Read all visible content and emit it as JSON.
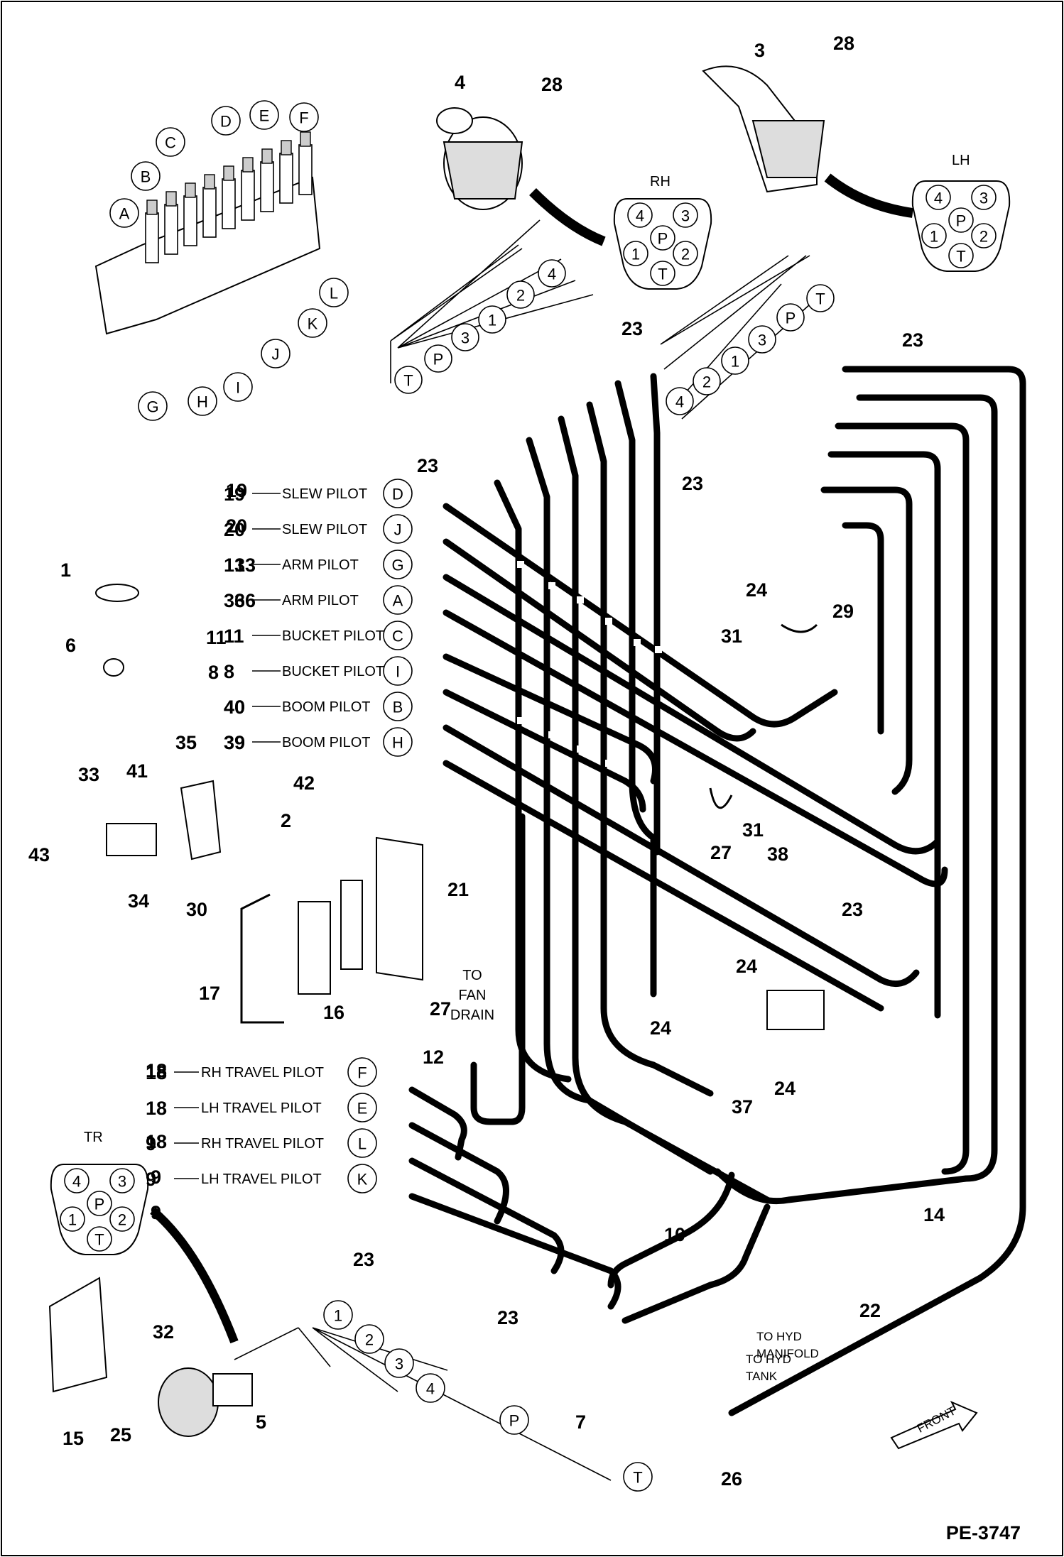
{
  "drawing_id": "PE-3747",
  "port_labels": {
    "rh": "RH",
    "lh": "LH",
    "tr": "TR"
  },
  "port_letters": [
    "4",
    "3",
    "P",
    "1",
    "2",
    "T"
  ],
  "valve_letters": [
    "A",
    "B",
    "C",
    "D",
    "E",
    "F",
    "G",
    "H",
    "I",
    "J",
    "K",
    "L"
  ],
  "pilot_lines": [
    {
      "num": "19",
      "text": "SLEW PILOT",
      "port": "D"
    },
    {
      "num": "20",
      "text": "SLEW PILOT",
      "port": "J"
    },
    {
      "num": "13",
      "text": "ARM PILOT",
      "port": "G"
    },
    {
      "num": "36",
      "text": "ARM PILOT",
      "port": "A"
    },
    {
      "num": "11",
      "text": "BUCKET PILOT",
      "port": "C"
    },
    {
      "num": "8",
      "text": "BUCKET PILOT",
      "port": "I"
    },
    {
      "num": "40",
      "text": "BOOM PILOT",
      "port": "B"
    },
    {
      "num": "39",
      "text": "BOOM PILOT",
      "port": "H"
    }
  ],
  "travel_lines": [
    {
      "num": "18",
      "text": "RH TRAVEL PILOT",
      "port": "F"
    },
    {
      "num": "18",
      "text": "LH TRAVEL PILOT",
      "port": "E"
    },
    {
      "num": "9",
      "text": "RH TRAVEL PILOT",
      "port": "L"
    },
    {
      "num": "9",
      "text": "LH TRAVEL PILOT",
      "port": "K"
    }
  ],
  "rh_fittings": [
    "T",
    "P",
    "3",
    "1",
    "2",
    "4"
  ],
  "lh_fittings": [
    "4",
    "2",
    "1",
    "3",
    "P",
    "T"
  ],
  "tr_fittings": [
    "1",
    "2",
    "3",
    "4",
    "P",
    "T"
  ],
  "notes": {
    "fan_drain": [
      "TO",
      "FAN",
      "DRAIN"
    ],
    "hyd_manifold": [
      "TO HYD",
      "MANIFOLD"
    ],
    "hyd_tank": [
      "TO HYD",
      "TANK"
    ],
    "front": "FRONT"
  },
  "part_numbers": [
    "1",
    "2",
    "3",
    "4",
    "5",
    "6",
    "7",
    "8",
    "9",
    "10",
    "11",
    "12",
    "13",
    "14",
    "15",
    "16",
    "17",
    "18",
    "19",
    "20",
    "21",
    "22",
    "23",
    "24",
    "25",
    "26",
    "27",
    "28",
    "29",
    "30",
    "31",
    "32",
    "33",
    "34",
    "35",
    "36",
    "37",
    "38",
    "39",
    "40",
    "41",
    "42",
    "43"
  ]
}
